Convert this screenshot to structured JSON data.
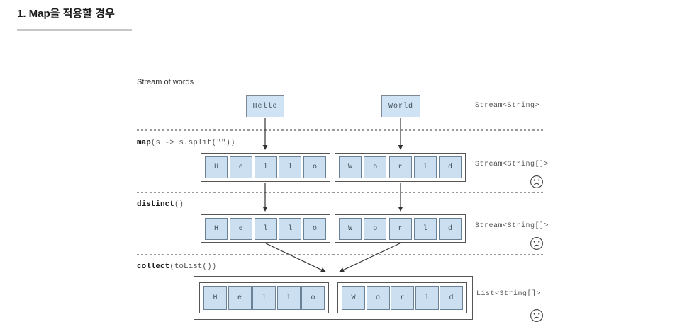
{
  "page": {
    "title": "1. Map을 적용할 경우"
  },
  "diagram": {
    "source_label": "Stream of words",
    "words": {
      "first": "Hello",
      "second": "World"
    },
    "letters": {
      "hello": [
        "H",
        "e",
        "l",
        "l",
        "o"
      ],
      "world": [
        "W",
        "o",
        "r",
        "l",
        "d"
      ]
    },
    "operations": {
      "map": {
        "bold": "map",
        "rest": "(s -> s.split(\"\"))"
      },
      "distinct": {
        "bold": "distinct",
        "rest": "()"
      },
      "collect": {
        "bold": "collect",
        "rest": "(toList())"
      }
    },
    "type_labels": {
      "row0": "Stream<String>",
      "row1": "Stream<String[]>",
      "row2": "Stream<String[]>",
      "row3": "List<String[]>"
    },
    "colors": {
      "cell_fill": "#cbdff0",
      "cell_border": "#6b8196",
      "container_border": "#555555",
      "word_box_fill": "#cfe3f4",
      "arrow": "#333333",
      "dashed_line": "#9a9a9a",
      "label_text": "#555555",
      "title_underline": "#c6c6c6"
    }
  }
}
